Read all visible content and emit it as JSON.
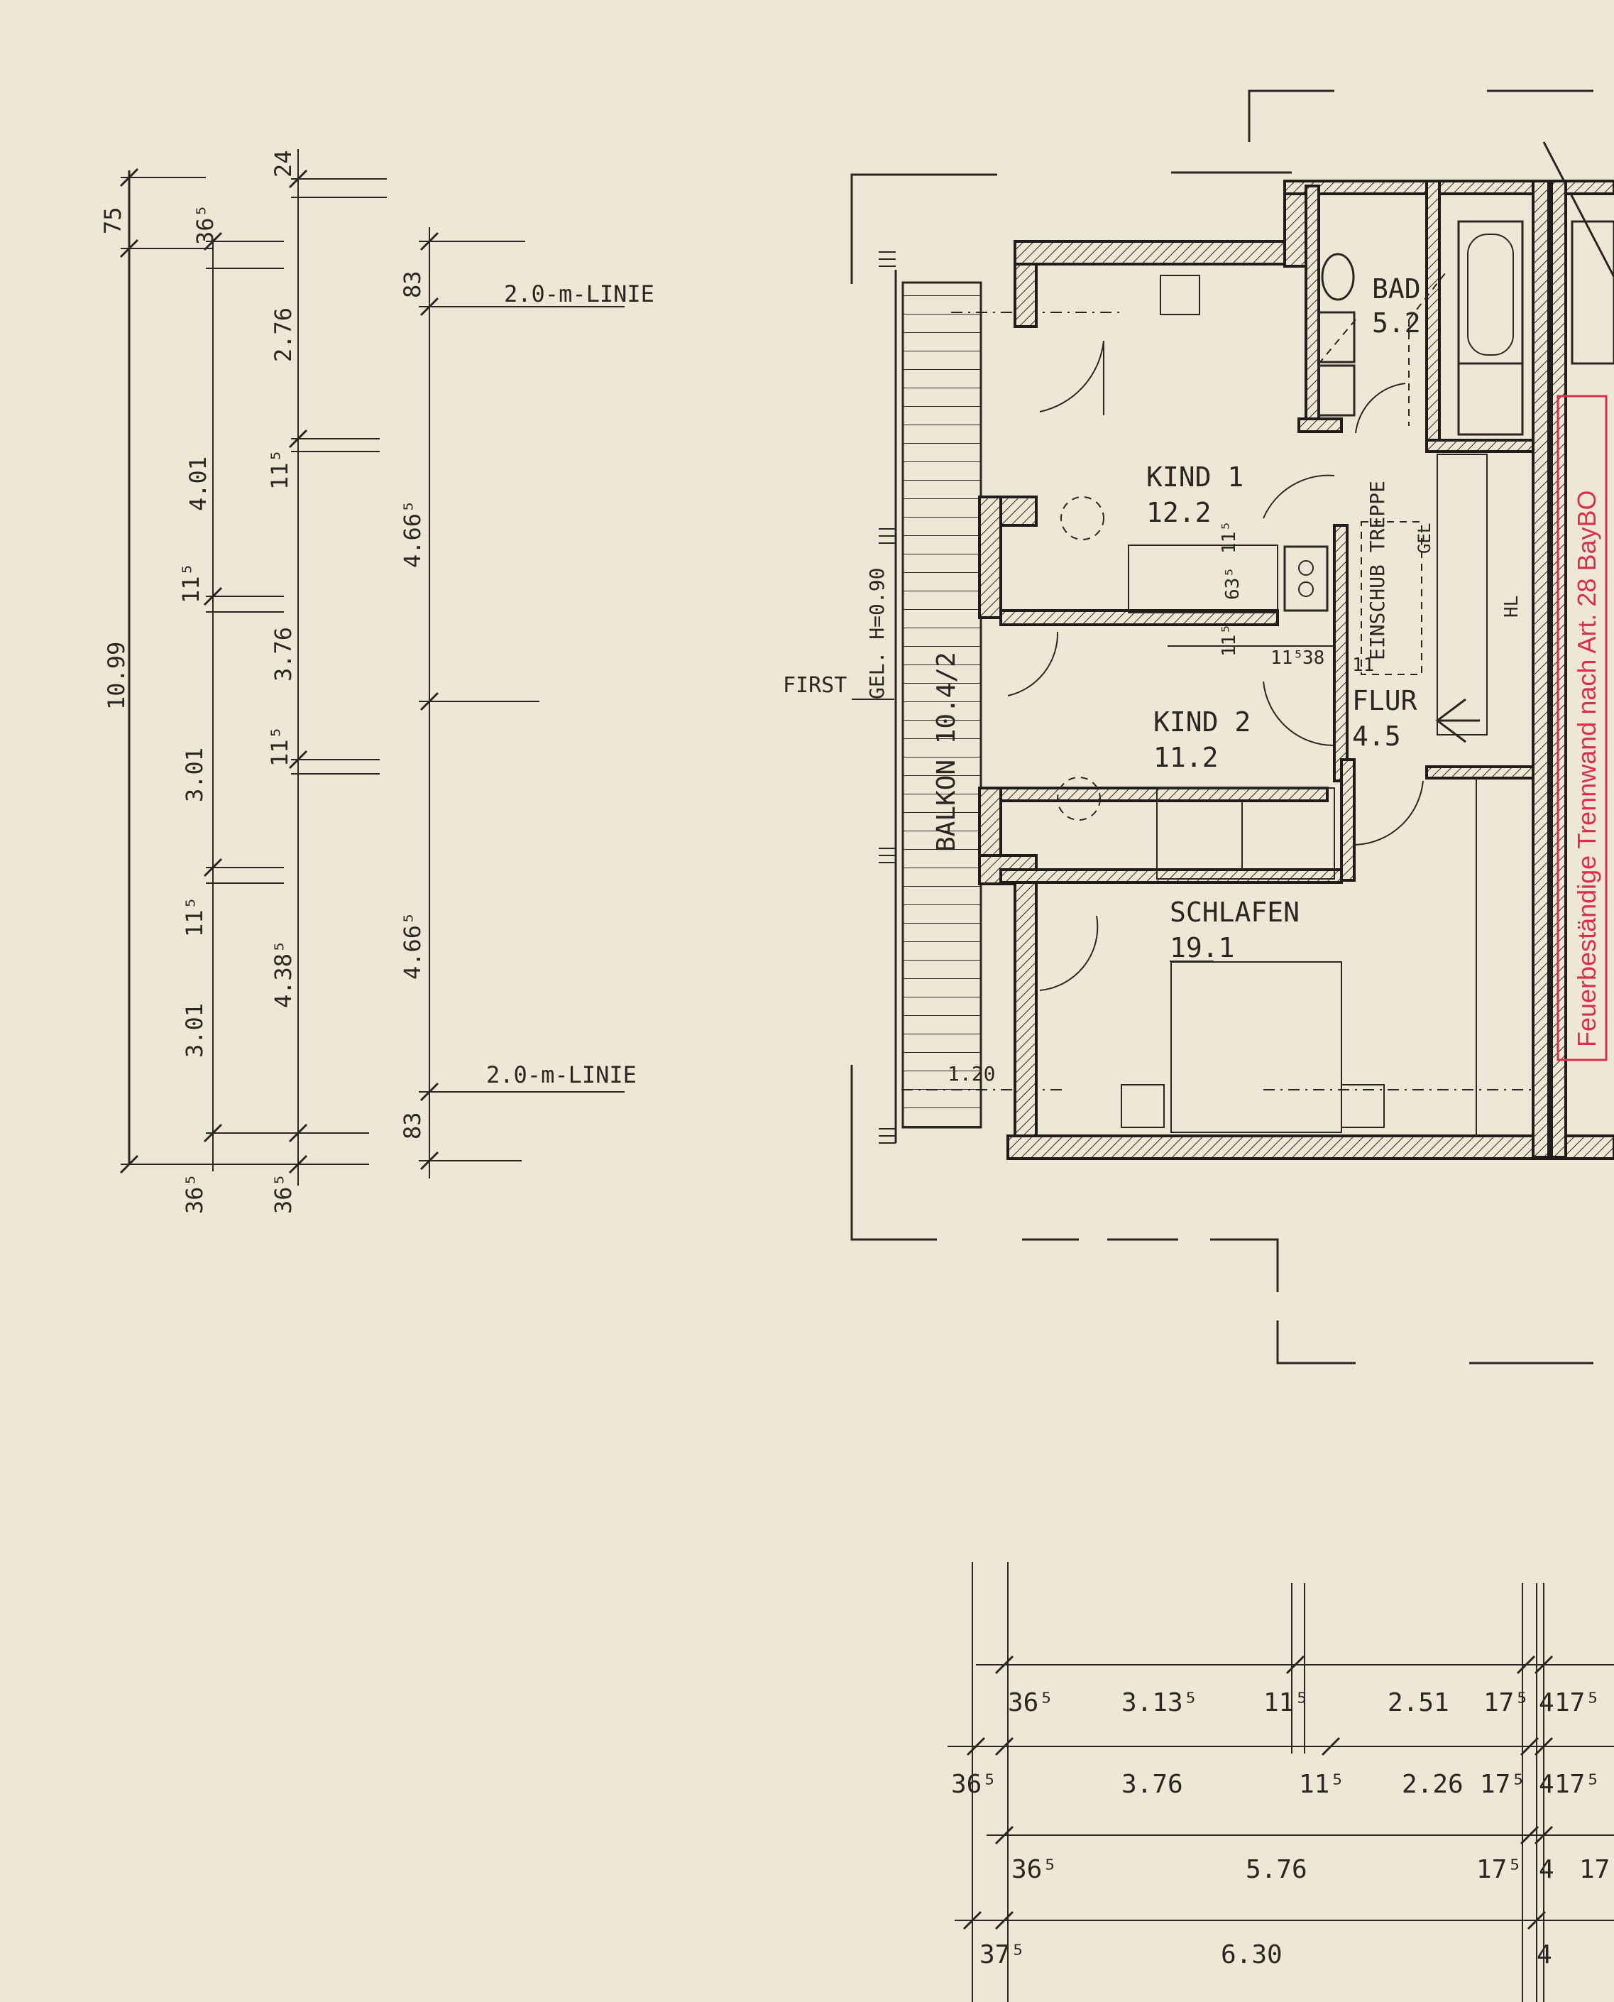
{
  "rooms": [
    {
      "name": "BAD",
      "area": "5.2"
    },
    {
      "name": "KIND 1",
      "area": "12.2"
    },
    {
      "name": "KIND 2",
      "area": "11.2"
    },
    {
      "name": "FLUR",
      "area": "4.5"
    },
    {
      "name": "SCHLAFEN",
      "area": "19.1"
    }
  ],
  "labels": {
    "balkon": "BALKON 10.4/2",
    "gel_h": "GEL. H=0.90",
    "first": "FIRST",
    "einschub_treppe": "EINSCHUB TREPPE",
    "gel": "GEL",
    "hl": "HL",
    "linie_top": "2.0-m-LINIE",
    "linie_bottom": "2.0-m-LINIE",
    "balcony_width": "1.20",
    "fire_wall_note": "Feuerbeständige Trennwand nach Art. 28 BayBO"
  },
  "left_dimensions": {
    "total": "10.99",
    "col1": [
      "75",
      "4.01",
      "11⁵",
      "3.01",
      "11⁵",
      "3.01",
      "36⁵"
    ],
    "col2": [
      "24",
      "36⁵",
      "2.76",
      "11⁵",
      "3.76",
      "11⁵",
      "4.38⁵",
      "36⁵"
    ],
    "col3": [
      "83",
      "4.66⁵",
      "4.66⁵",
      "83"
    ]
  },
  "interior_dims": [
    "11⁵",
    "63⁵",
    "11⁵",
    "11⁵",
    "38",
    "11"
  ],
  "bottom_dimensions": {
    "row1": [
      "36⁵",
      "3.13⁵",
      "11⁵",
      "2.51",
      "17⁵",
      "4",
      "17⁵"
    ],
    "row2": [
      "36⁵",
      "3.76",
      "11⁵",
      "2.26",
      "17⁵",
      "4",
      "17⁵"
    ],
    "row3": [
      "36⁵",
      "5.76",
      "17⁵",
      "4",
      "17"
    ],
    "row4": [
      "37⁵",
      "6.30",
      "4"
    ]
  }
}
